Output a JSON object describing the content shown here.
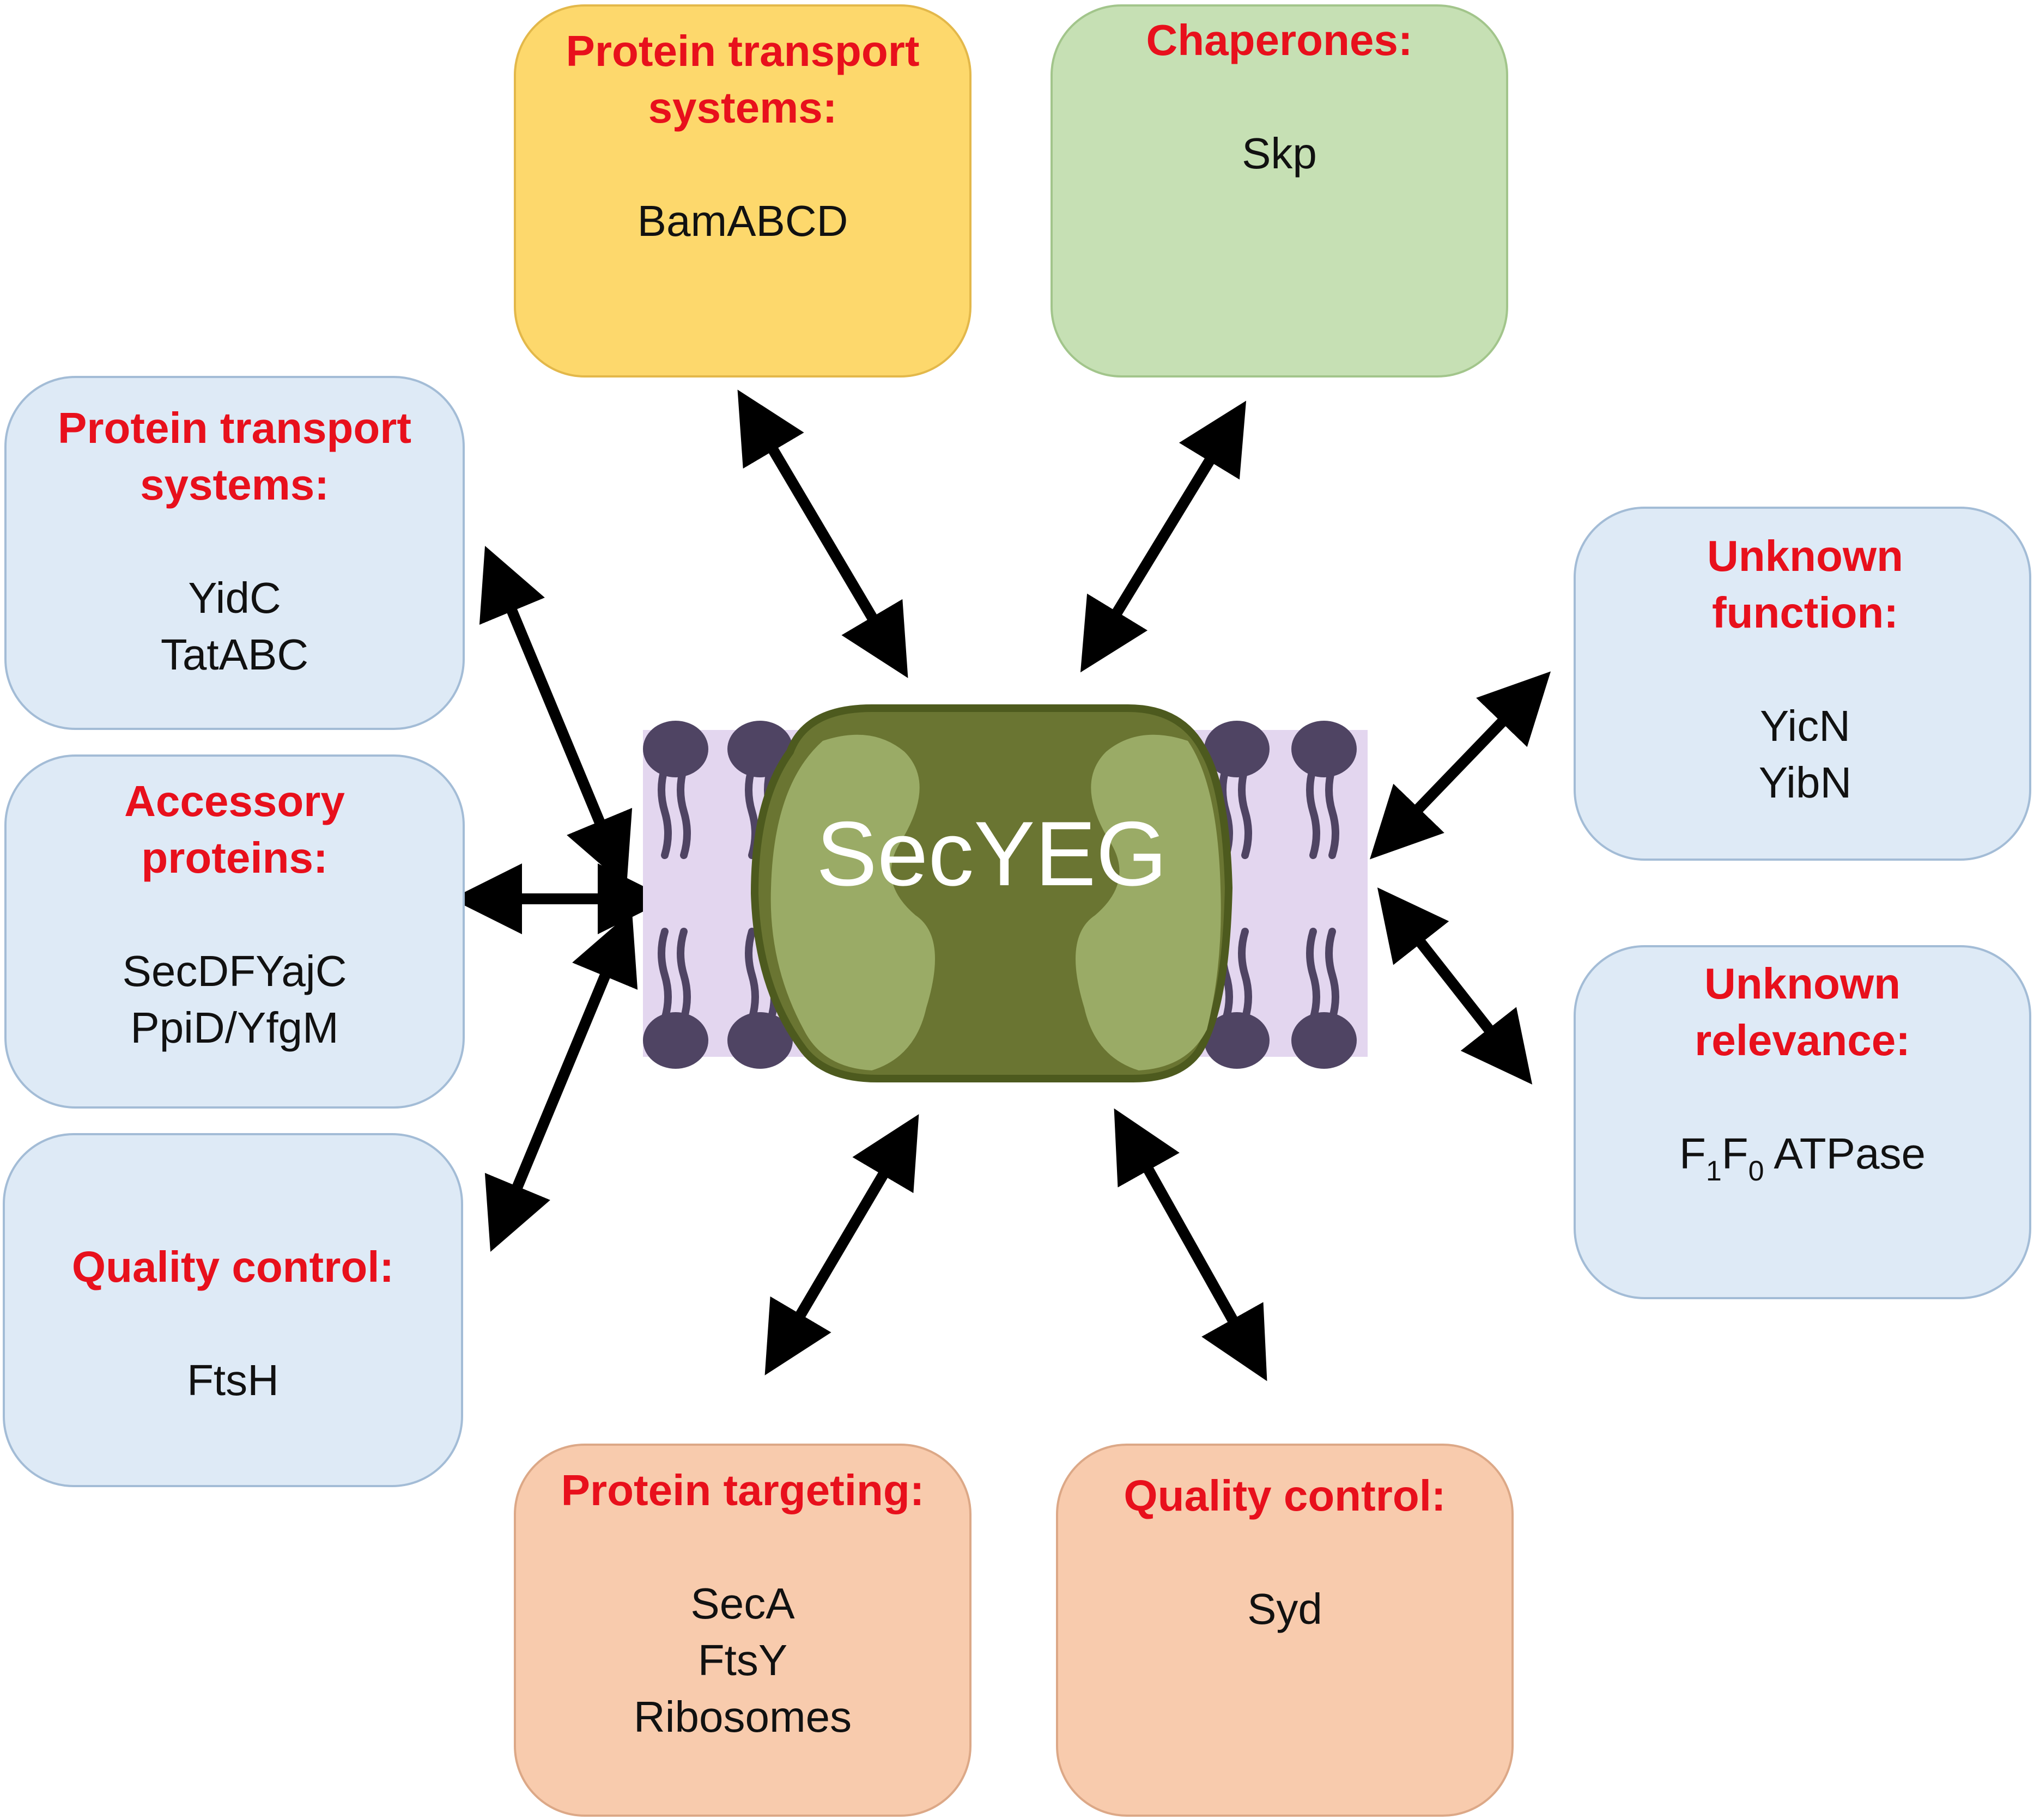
{
  "center_label": "SecYEG",
  "colors": {
    "title_red": "#e8101c",
    "blue_box": "#deeaf6",
    "yellow_box": "#fdd86c",
    "green_box": "#c6e0b4",
    "orange_box": "#f8cbad",
    "secyeg_dark": "#6a7532",
    "secyeg_light": "#9aab66",
    "membrane": "#e3d6ef",
    "lipid_head": "#4f4463"
  },
  "boxes": [
    {
      "id": "top-transport",
      "title": "Protein transport\nsystems:",
      "items": [
        "BamABCD"
      ]
    },
    {
      "id": "chaperones",
      "title": "Chaperones:",
      "items": [
        "Skp"
      ]
    },
    {
      "id": "left-transport",
      "title": "Protein transport\nsystems:",
      "items": [
        "YidC",
        "TatABC"
      ]
    },
    {
      "id": "accessory",
      "title": "Accessory\nproteins:",
      "items": [
        "SecDFYajC",
        "PpiD/YfgM"
      ]
    },
    {
      "id": "quality-left",
      "title": "Quality control:",
      "items": [
        "FtsH"
      ]
    },
    {
      "id": "unknown-function",
      "title": "Unknown\nfunction:",
      "items": [
        "YicN",
        "YibN"
      ]
    },
    {
      "id": "unknown-relevance",
      "title": "Unknown\nrelevance:",
      "items": []
    },
    {
      "id": "targeting",
      "title": "Protein targeting:",
      "items": [
        "SecA",
        "FtsY",
        "Ribosomes"
      ]
    },
    {
      "id": "quality-bottom",
      "title": "Quality control:",
      "items": [
        "Syd"
      ]
    }
  ],
  "atpase": {
    "f1": "F",
    "sub1": "1",
    "f0": "F",
    "sub0": "0",
    "rest": " ATPase"
  }
}
